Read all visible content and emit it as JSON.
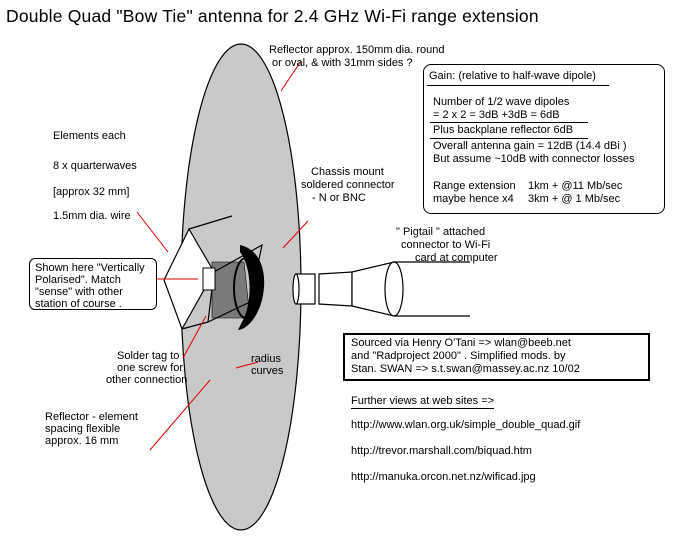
{
  "title": "Double Quad \"Bow Tie\" antenna for 2.4 GHz Wi-Fi  range extension",
  "reflector_note": {
    "line1": "Reflector approx. 150mm dia. round",
    "line2": "or oval, & with 31mm sides ?"
  },
  "gain_box": {
    "heading": "Gain: (relative to half-wave dipole)",
    "line1": "Number of 1/2 wave dipoles",
    "line2": "= 2 x 2 = 3dB +3dB     = 6dB",
    "line3": "Plus backplane reflector  6dB",
    "line4": "Overall  antenna gain = 12dB    (14.4 dBi )",
    "line5": "But assume ~10dB with connector losses",
    "range_label1": "Range extension",
    "range_label2": "maybe hence x4",
    "range_value1": "1km +  @11 Mb/sec",
    "range_value2": "3km +  @ 1 Mb/sec"
  },
  "elements_note": {
    "line1": "Elements each",
    "line2": "8 x quarterwaves",
    "line3": "[approx 32 mm]",
    "line4": "1.5mm dia. wire"
  },
  "chassis_note": {
    "line1": "Chassis mount",
    "line2": "soldered connector",
    "line3": "- N or BNC"
  },
  "pigtail_note": {
    "line1": "\" Pigtail \" attached",
    "line2": "connector to Wi-Fi",
    "line3": "card  at computer"
  },
  "shown_box": {
    "line1": "Shown here \"Vertically",
    "line2": "Polarised\".  Match",
    "line3": "\"sense\" with other",
    "line4": "station of course ."
  },
  "solder_note": {
    "line1": "Solder tag to",
    "line2": "one screw for",
    "line3": "other connection"
  },
  "radius_note": {
    "line1": "radius",
    "line2": "curves"
  },
  "reflector_spacing_note": {
    "line1": "Reflector - element",
    "line2": "spacing flexible",
    "line3": "approx. 16 mm"
  },
  "source_box": {
    "line1": "Sourced via Henry O'Tani  => wlan@beeb.net",
    "line2": "and  \"Radproject 2000\" .  Simplified mods. by",
    "line3": "Stan. SWAN => s.t.swan@massey.ac.nz     10/02"
  },
  "further_views": {
    "heading": "Further views  at web sites =>",
    "links": [
      "http://www.wlan.org.uk/simple_double_quad.gif",
      "http://trevor.marshall.com/biquad.htm",
      "http://manuka.orcon.net.nz/wificad.jpg"
    ]
  },
  "colors": {
    "reflector_fill": "#c9c9c9",
    "connector_shadow": "#7a7a7a",
    "leader_line": "#e00000",
    "text": "#000000"
  }
}
